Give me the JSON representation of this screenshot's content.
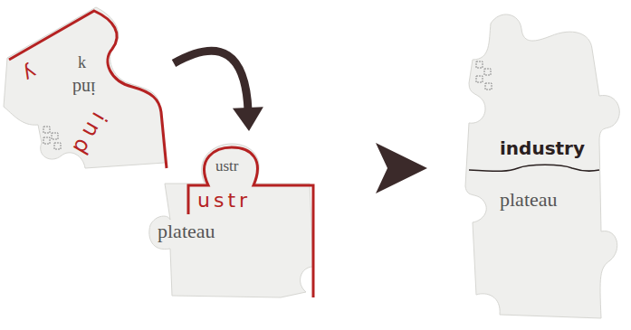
{
  "diagram": {
    "nodes": [
      {
        "text": [
          "k",
          "ind",
          "y",
          "ind"
        ]
      },
      {
        "text": [
          "ustr",
          "ustr",
          "plateau"
        ]
      },
      {
        "text": [
          "industry",
          "plateau"
        ]
      }
    ],
    "edges": [
      {
        "from": 0,
        "to": 1,
        "arrow": "to"
      }
    ]
  }
}
